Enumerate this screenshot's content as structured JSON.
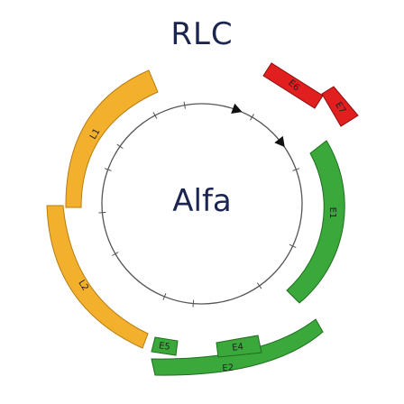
{
  "title": "RLC",
  "center_label": "Alfa",
  "colors": {
    "early": "#3aa83a",
    "early_stroke": "#1f6e1f",
    "late": "#f3b02c",
    "late_stroke": "#b97c10",
    "oncogenic": "#e11f1f",
    "oncogenic_stroke": "#8a1010",
    "circle": "#555555",
    "arrow": "#111111"
  },
  "segments": [
    {
      "id": "E6",
      "label": "E6",
      "color": "oncogenic"
    },
    {
      "id": "E7",
      "label": "E7",
      "color": "oncogenic"
    },
    {
      "id": "E1",
      "label": "E1",
      "color": "early"
    },
    {
      "id": "E2",
      "label": "E2",
      "color": "early"
    },
    {
      "id": "E4",
      "label": "E4",
      "color": "early"
    },
    {
      "id": "E5",
      "label": "E5",
      "color": "early"
    },
    {
      "id": "L2",
      "label": "L2",
      "color": "late"
    },
    {
      "id": "L1",
      "label": "L1",
      "color": "late"
    }
  ]
}
